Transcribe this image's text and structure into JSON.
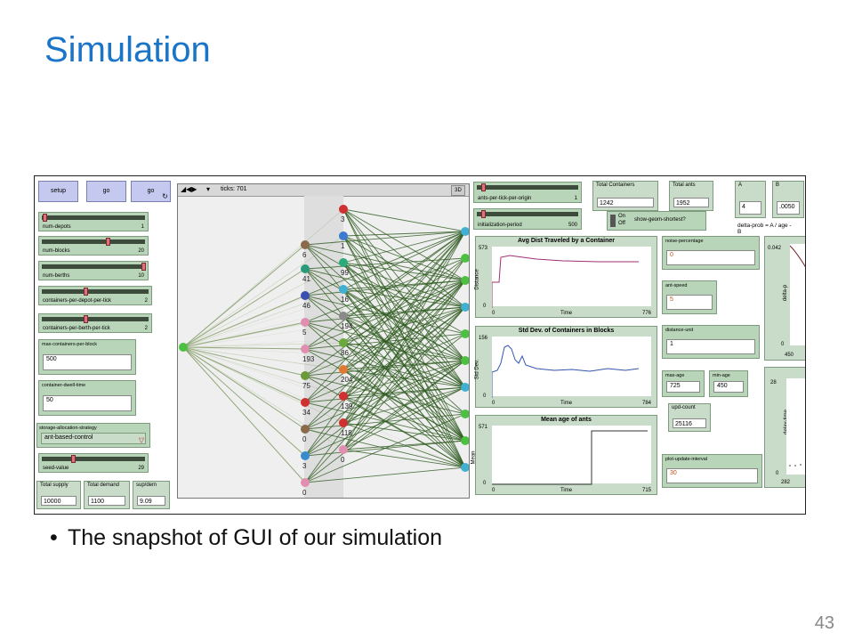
{
  "slide": {
    "title": "Simulation",
    "bullet": "The snapshot of GUI of our simulation",
    "page_number": "43"
  },
  "buttons": {
    "setup": "setup",
    "go1": "go",
    "go2": "go"
  },
  "sliders": [
    {
      "name": "num-depots",
      "value": "1",
      "position": 0.0
    },
    {
      "name": "num-blocks",
      "value": "20",
      "position": 0.62
    },
    {
      "name": "num-berths",
      "value": "10",
      "position": 0.97
    },
    {
      "name": "containers-per-depot-per-tick",
      "value": "2",
      "position": 0.38
    },
    {
      "name": "containers-per-berth-per-tick",
      "value": "2",
      "position": 0.38
    }
  ],
  "inputs": {
    "max_containers_per_block": {
      "name": "max-containers-per-block",
      "value": "500"
    },
    "container_dwell_time": {
      "name": "container-dwell-time",
      "value": "50"
    }
  },
  "chooser": {
    "name": "storage-allocation-strategy",
    "value": "ant-based-control"
  },
  "seed_slider": {
    "name": "seed-value",
    "value": "29",
    "position": 0.3
  },
  "monitors_bottom": [
    {
      "name": "Total supply",
      "value": "10000"
    },
    {
      "name": "Total demand",
      "value": "1100"
    },
    {
      "name": "sup/dem",
      "value": "9.09"
    }
  ],
  "view": {
    "ticks": "ticks: 701",
    "three_d": "3D",
    "left_labels": [
      "6",
      "41",
      "46",
      "5",
      "193",
      "75",
      "34",
      "0",
      "3",
      "0"
    ],
    "mid_labels": [
      "3",
      "1",
      "99",
      "16",
      "194",
      "86",
      "204",
      "139",
      "118",
      "0"
    ]
  },
  "right_sliders": [
    {
      "name": "ants-per-tick-per-origin",
      "value": "1",
      "position": 0.05
    },
    {
      "name": "initialization-period",
      "value": "500",
      "position": 0.05
    }
  ],
  "monitors_top": [
    {
      "name": "Total Containers",
      "value": "1242"
    },
    {
      "name": "Total ants",
      "value": "1952"
    },
    {
      "name": "A",
      "value": "4"
    },
    {
      "name": "B",
      "value": ".0050"
    }
  ],
  "switch": {
    "on": "On",
    "off": "Off",
    "label": "show-geom-shortest?"
  },
  "note": {
    "text": "delta-prob = A / age -",
    "sub": "B"
  },
  "plots": [
    {
      "title": "Avg Dist Traveled by a Container",
      "ylabel": "Distance",
      "xlabel": "Time",
      "ymax": "573",
      "ymin": "0",
      "xmin": "0",
      "xmax": "776"
    },
    {
      "title": "Std Dev. of Containers in Blocks",
      "ylabel": "Std Dev.",
      "xlabel": "Time",
      "ymax": "156",
      "ymin": "0",
      "xmin": "0",
      "xmax": "784"
    },
    {
      "title": "Mean age of ants",
      "ylabel": "Mean",
      "xlabel": "Time",
      "ymax": "571",
      "ymin": "0",
      "xmin": "0",
      "xmax": "715"
    }
  ],
  "param_inputs": [
    {
      "name": "noise-percentage",
      "value": "0"
    },
    {
      "name": "ant-speed",
      "value": "5"
    },
    {
      "name": "distance-unit",
      "value": "1"
    },
    {
      "name": "max-age",
      "value": "725"
    },
    {
      "name": "min-age",
      "value": "450"
    },
    {
      "name": "upd-count",
      "value": "25116"
    },
    {
      "name": "plot-update-interval",
      "value": "30"
    }
  ],
  "side_plots": [
    {
      "ylabel": "delta-p",
      "ymax": "0.042",
      "ymin": "0",
      "xmin": "450"
    },
    {
      "ylabel": "delay-time",
      "ymax": "28",
      "ymin": "0",
      "xmin": "282"
    }
  ],
  "colors": {
    "title": "#1a75c9",
    "widget_green": "#b9d5b9",
    "button_purple": "#c6c9ef",
    "link_green": "#2d5a1e"
  }
}
